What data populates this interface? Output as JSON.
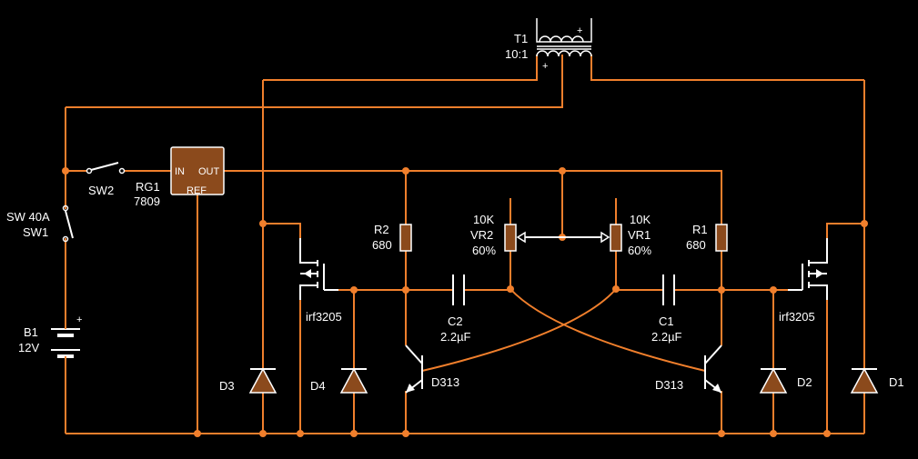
{
  "components": {
    "t1": {
      "ref": "T1",
      "value": "10:1"
    },
    "rg1": {
      "ref": "RG1",
      "value": "7809",
      "pin_in": "IN",
      "pin_out": "OUT",
      "pin_ref": "REF"
    },
    "sw2": {
      "ref": "SW2"
    },
    "sw1": {
      "rating": "SW 40A",
      "ref": "SW1"
    },
    "b1": {
      "ref": "B1",
      "value": "12V"
    },
    "r2": {
      "ref": "R2",
      "value": "680"
    },
    "r1": {
      "ref": "R1",
      "value": "680"
    },
    "vr2": {
      "value": "10K",
      "ref": "VR2",
      "setting": "60%"
    },
    "vr1": {
      "value": "10K",
      "ref": "VR1",
      "setting": "60%"
    },
    "c2": {
      "ref": "C2",
      "value": "2.2µF"
    },
    "c1": {
      "ref": "C1",
      "value": "2.2µF"
    },
    "q_left": {
      "part": "irf3205"
    },
    "q_right": {
      "part": "irf3205"
    },
    "t_left": {
      "part": "D313"
    },
    "t_right": {
      "part": "D313"
    },
    "d1": {
      "ref": "D1"
    },
    "d2": {
      "ref": "D2"
    },
    "d3": {
      "ref": "D3"
    },
    "d4": {
      "ref": "D4"
    }
  },
  "colors": {
    "background": "#000000",
    "wire": "#f07f2c",
    "component_fill": "#8b4a1c",
    "symbol": "#ffffff"
  }
}
